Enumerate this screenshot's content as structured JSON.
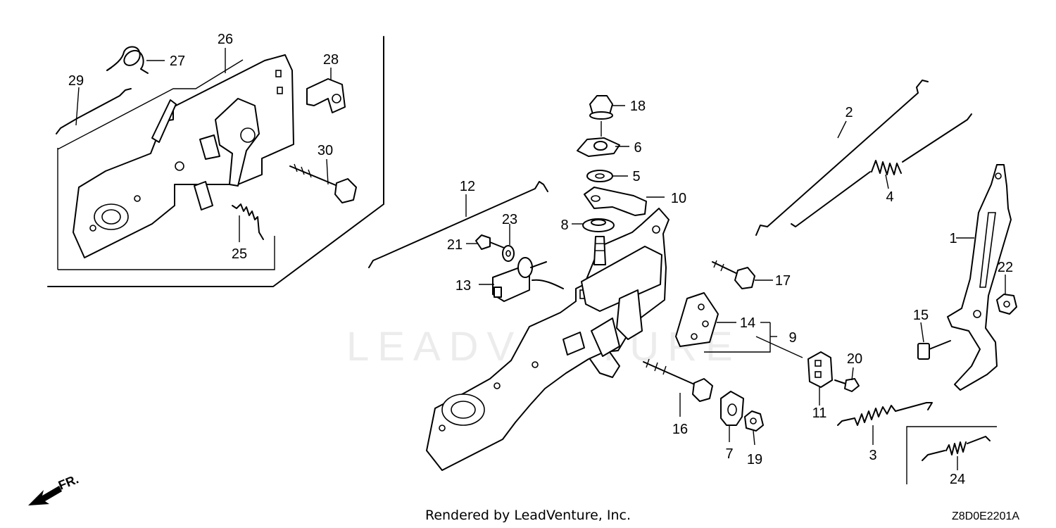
{
  "watermark": "LEADVENTURE",
  "footer": "Rendered by LeadVenture, Inc.",
  "diagram_code": "Z8D0E2201A",
  "direction_label": "FR.",
  "callouts": [
    {
      "id": "c1",
      "label": "1"
    },
    {
      "id": "c2",
      "label": "2"
    },
    {
      "id": "c3",
      "label": "3"
    },
    {
      "id": "c4",
      "label": "4"
    },
    {
      "id": "c5",
      "label": "5"
    },
    {
      "id": "c6",
      "label": "6"
    },
    {
      "id": "c7",
      "label": "7"
    },
    {
      "id": "c8",
      "label": "8"
    },
    {
      "id": "c9",
      "label": "9"
    },
    {
      "id": "c10",
      "label": "10"
    },
    {
      "id": "c11",
      "label": "11"
    },
    {
      "id": "c12",
      "label": "12"
    },
    {
      "id": "c13",
      "label": "13"
    },
    {
      "id": "c14",
      "label": "14"
    },
    {
      "id": "c15",
      "label": "15"
    },
    {
      "id": "c16",
      "label": "16"
    },
    {
      "id": "c17",
      "label": "17"
    },
    {
      "id": "c18",
      "label": "18"
    },
    {
      "id": "c19",
      "label": "19"
    },
    {
      "id": "c20",
      "label": "20"
    },
    {
      "id": "c21",
      "label": "21"
    },
    {
      "id": "c22",
      "label": "22"
    },
    {
      "id": "c23",
      "label": "23"
    },
    {
      "id": "c24",
      "label": "24"
    },
    {
      "id": "c25",
      "label": "25"
    },
    {
      "id": "c26",
      "label": "26"
    },
    {
      "id": "c27",
      "label": "27"
    },
    {
      "id": "c28",
      "label": "28"
    },
    {
      "id": "c29",
      "label": "29"
    },
    {
      "id": "c30",
      "label": "30"
    }
  ]
}
